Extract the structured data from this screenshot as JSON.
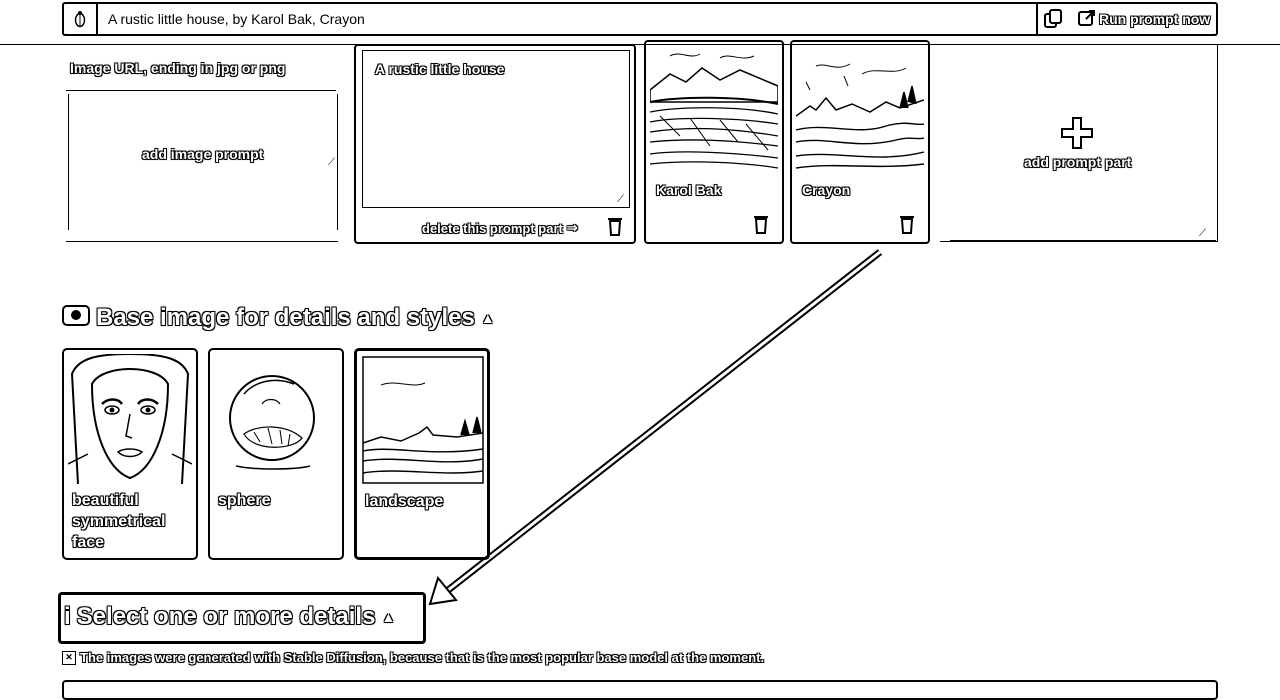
{
  "prompt": {
    "value": "A rustic little house, by Karol Bak, Crayon"
  },
  "toolbar": {
    "run_label": "Run prompt now"
  },
  "prompt_parts": {
    "image_url_placeholder": "Image URL, ending in jpg or png",
    "add_image_label": "add image prompt",
    "text_part_value": "A rustic little house",
    "delete_label": "delete this prompt part",
    "artist_label": "Karol Bak",
    "style_label": "Crayon",
    "add_part_label": "add prompt part"
  },
  "base_section": {
    "title": "Base image for details and styles",
    "cards": [
      {
        "label": "beautiful symmetrical face"
      },
      {
        "label": "sphere"
      },
      {
        "label": "landscape"
      }
    ]
  },
  "details_section": {
    "title": "Select one or more details"
  },
  "notice": {
    "text": "The images were generated with Stable Diffusion, because that is the most popular base model at the moment."
  },
  "icons": [
    "bug-icon",
    "copy-icon",
    "external-link-icon",
    "trash-icon",
    "plus-icon",
    "camera-icon",
    "chevron-up-icon",
    "info-icon",
    "close-icon"
  ]
}
